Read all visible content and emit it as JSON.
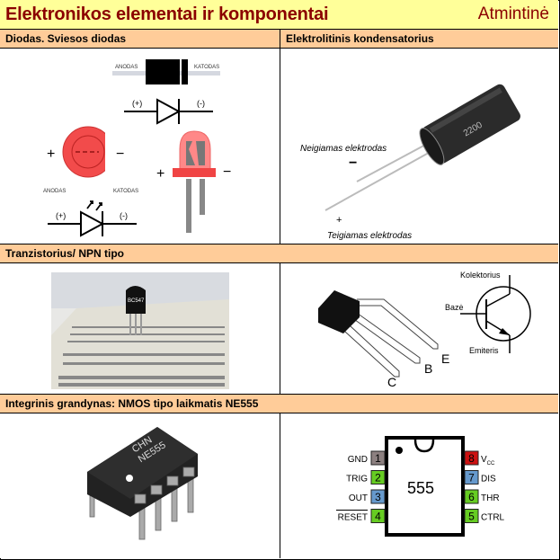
{
  "title": "Elektronikos elementai ir komponentai",
  "memo_label": "Atmintinė",
  "sections": [
    {
      "left_header": "Diodas. Sviesos diodas",
      "right_header": "Elektrolitinis kondensatorius",
      "diode": {
        "anode_label": "ANODAS",
        "cathode_label": "KATODAS",
        "plus_label": "(+)",
        "minus_label": "(-)",
        "plus_sign": "+",
        "minus_sign": "−"
      },
      "capacitor": {
        "negative_label": "Neigiamas elektrodas",
        "negative_sign": "−",
        "positive_label": "Teigiamas elektrodas",
        "positive_sign": "+"
      }
    },
    {
      "left_header": "Tranzistorius/ NPN tipo",
      "transistor": {
        "photo_marking": "BC547",
        "pin_c": "C",
        "pin_b": "B",
        "pin_e": "E",
        "collector_label": "Kolektorius",
        "base_label": "Bazė",
        "emitter_label": "Emiteris"
      }
    },
    {
      "left_header": "Integrinis grandynas: NMOS tipo laikmatis NE555",
      "ic": {
        "marking_line1": "CHN",
        "marking_line2": "NE555",
        "chip_label": "555",
        "pins_left": [
          {
            "num": "1",
            "name": "GND",
            "color": "#8C8080"
          },
          {
            "num": "2",
            "name": "TRIG",
            "color": "#66CC22"
          },
          {
            "num": "3",
            "name": "OUT",
            "color": "#6699CC"
          },
          {
            "num": "4",
            "name": "RESET",
            "color": "#66CC22"
          }
        ],
        "pins_right": [
          {
            "num": "8",
            "name": "V",
            "sub": "CC",
            "color": "#CC1111"
          },
          {
            "num": "7",
            "name": "DIS",
            "color": "#6699CC"
          },
          {
            "num": "6",
            "name": "THR",
            "color": "#66CC22"
          },
          {
            "num": "5",
            "name": "CTRL",
            "color": "#66CC22"
          }
        ]
      }
    }
  ]
}
